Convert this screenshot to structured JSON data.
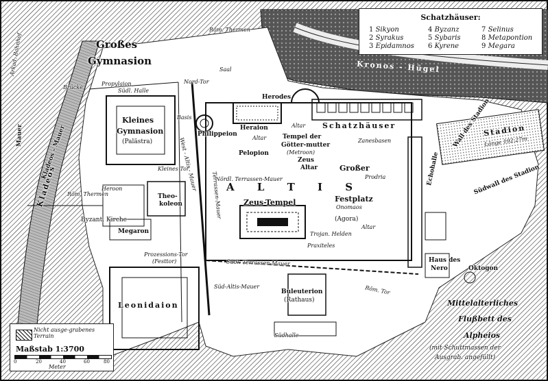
{
  "treasuries": {
    "title": "Schatzhäuser:",
    "items": [
      {
        "n": "1",
        "name": "Sikyon"
      },
      {
        "n": "2",
        "name": "Syrakus"
      },
      {
        "n": "3",
        "name": "Epidamnos"
      },
      {
        "n": "4",
        "name": "Byzanz"
      },
      {
        "n": "5",
        "name": "Sybaris"
      },
      {
        "n": "6",
        "name": "Kyrene"
      },
      {
        "n": "7",
        "name": "Selinus"
      },
      {
        "n": "8",
        "name": "Metapontion"
      },
      {
        "n": "9",
        "name": "Megara"
      }
    ]
  },
  "scale": {
    "legend_text": "Nicht ausge-grabenes Terrain",
    "title": "Maßstab 1:3700",
    "ticks": [
      "0",
      "20",
      "40",
      "60",
      "80"
    ],
    "unit": "Meter"
  },
  "labels": {
    "grosses_gymnasion_1": "Großes",
    "grosses_gymnasion_2": "Gymnasion",
    "arkad": "Arkad. Bahnhof",
    "roem_thermen_top": "Röm. Thermen",
    "kronos": "Kronos - Hügel",
    "saal": "Saal",
    "propylaion": "Propylaion",
    "sudl_halle": "Südl. Halle",
    "nord_tor": "Nord-Tor",
    "brucke": "Brücke",
    "kladeos": "Kladeos",
    "kleines_gym_1": "Kleines",
    "kleines_gym_2": "Gymnasion",
    "palastra": "(Palästra)",
    "basis": "Basis",
    "philippeion": "Philippeion",
    "herodes": "Herodes",
    "heraion": "Heraion",
    "altar_1": "Altar",
    "altar_2": "Altar",
    "altar_3": "Altar",
    "schatzhauser": "Schatzhäuser",
    "zanes": "Zanesbasen",
    "tempel_1": "Tempel der",
    "tempel_2": "Götter-mutter",
    "metroon": "(Metroon)",
    "zeus_altar_1": "Zeus",
    "zeus_altar_2": "Altar",
    "pelopion": "Pelopion",
    "grosser": "Großer",
    "prodria": "Prodria",
    "festplatz": "Festplatz",
    "onomaos": "Onomaos",
    "kleines_tor": "Kleines Tor",
    "nordl_terr": "Nördl. Terrassen-Mauer",
    "altis": "A L T I S",
    "west_altis": "West - Altis - Mauer",
    "terrassen_mauer": "Terrassen-Mauer",
    "roem_thermen": "Röm. Thermen",
    "heroon": "Heroon",
    "theokoleon_1": "Theo-",
    "theokoleon_2": "koleon",
    "byzant": "Byzant. Kirche",
    "megaron": "Megaron",
    "zeus_tempel": "Zeus-Tempel",
    "agora": "(Agora)",
    "trojan": "Trojan. Helden",
    "praxiteles": "Praxiteles",
    "prozessions_1": "Prozessions-Tor",
    "prozessions_2": "(Festtor)",
    "sudl_terr": "Südl. Terrassen-Mauer",
    "sud_altis": "Süd-Altis-Mauer",
    "leonidaion": "Leonidaion",
    "buleuterion_1": "Buleuterion",
    "buleuterion_2": "(Rathaus)",
    "sudhalle": "Südhalle",
    "rom_tor": "Röm. Tor",
    "haus_1": "Haus des",
    "haus_2": "Nero",
    "oktogon": "Oktogon",
    "stadion_1": "Stadion",
    "stadion_2": "Länge 192,27m",
    "wall_1": "Wall des Stadion",
    "wall_2": "Südwall des Stadion",
    "echo": "Echohalle",
    "alpheios_1": "Mittelalterliches",
    "alpheios_2": "Flußbett des",
    "alpheios_3": "Alpheios",
    "alpheios_4": "(mit Schuttmassen der",
    "alpheios_5": "Ausgrab. angefüllt)",
    "mauer_left": "Mauer",
    "kladeos_mauer": "Kladeos - Mauer"
  }
}
